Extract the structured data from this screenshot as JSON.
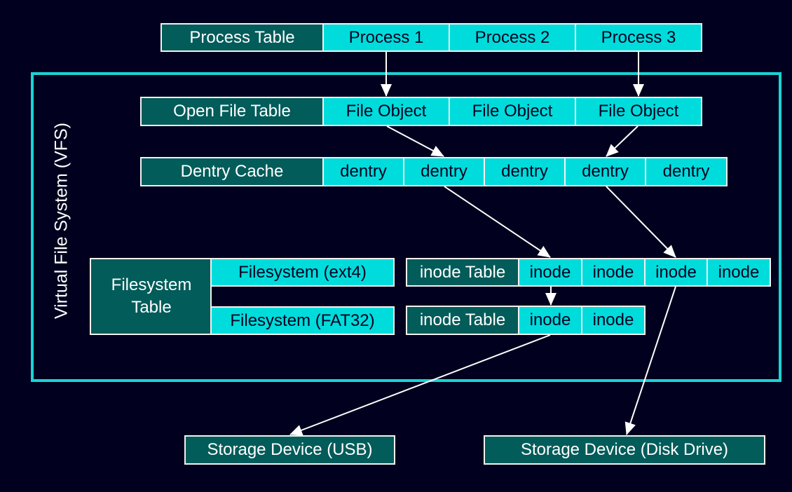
{
  "colors": {
    "background": "#01011f",
    "table_header": "#025c5a",
    "entry": "#00dcdc",
    "vfs_border": "#1ad4d4",
    "arrow": "#ffffff"
  },
  "vfs_label": "Virtual File System (VFS)",
  "process_table": {
    "header": "Process Table",
    "entries": [
      "Process 1",
      "Process 2",
      "Process 3"
    ]
  },
  "open_file_table": {
    "header": "Open File Table",
    "entries": [
      "File Object",
      "File Object",
      "File Object"
    ]
  },
  "dentry_cache": {
    "header": "Dentry Cache",
    "entries": [
      "dentry",
      "dentry",
      "dentry",
      "dentry",
      "dentry"
    ]
  },
  "filesystem_table": {
    "header_line1": "Filesystem",
    "header_line2": "Table",
    "entries": [
      "Filesystem (ext4)",
      "Filesystem (FAT32)"
    ]
  },
  "inode_table_ext4": {
    "header": "inode Table",
    "entries": [
      "inode",
      "inode",
      "inode",
      "inode"
    ]
  },
  "inode_table_fat32": {
    "header": "inode Table",
    "entries": [
      "inode",
      "inode"
    ]
  },
  "storage_devices": [
    "Storage Device (USB)",
    "Storage Device (Disk Drive)"
  ],
  "connections": [
    {
      "from": "Process 1",
      "to": "File Object 1"
    },
    {
      "from": "Process 3",
      "to": "File Object 3"
    },
    {
      "from": "File Object 1",
      "to": "dentry 2"
    },
    {
      "from": "File Object 3",
      "to": "dentry 4"
    },
    {
      "from": "dentry 2",
      "to": "inode 1 (ext4 table)"
    },
    {
      "from": "dentry 4",
      "to": "inode 3 (ext4 table)"
    },
    {
      "from": "inode 1 (ext4 table)",
      "to": "inode 1 (FAT32 table)"
    },
    {
      "from": "inode 1 (FAT32 table)",
      "to": "Storage Device (USB)"
    },
    {
      "from": "inode 3 (ext4 table)",
      "to": "Storage Device (Disk Drive)"
    }
  ]
}
